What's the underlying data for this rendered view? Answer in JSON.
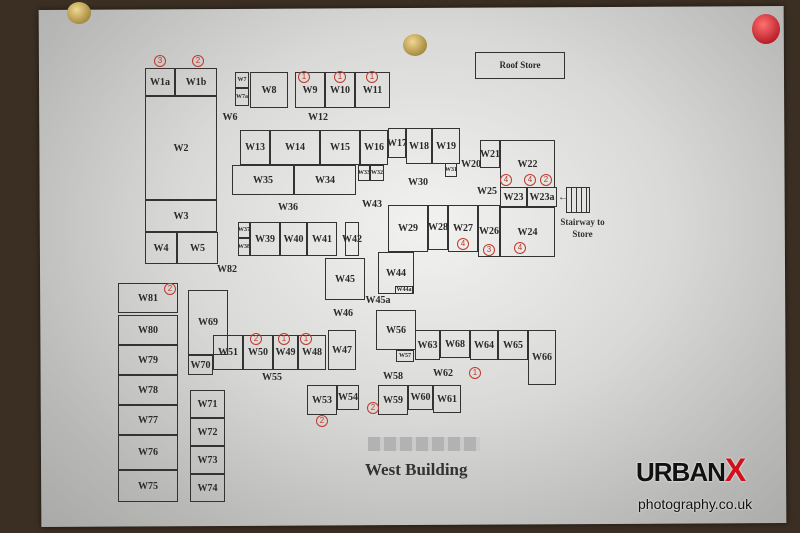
{
  "plan": {
    "title": "West Building",
    "roof_store": "Roof Store",
    "stairway_label": "Stairway to Store",
    "rooms": [
      "W1a",
      "W1b",
      "W2",
      "W3",
      "W4",
      "W5",
      "W7",
      "W7a",
      "W8",
      "W9",
      "W10",
      "W11",
      "W13",
      "W14",
      "W15",
      "W16",
      "W17",
      "W18",
      "W19",
      "W21",
      "W22",
      "W31",
      "W33",
      "W32",
      "W35",
      "W34",
      "W29",
      "W28",
      "W27",
      "W26",
      "W23",
      "W23a",
      "W24",
      "W37",
      "W38",
      "W39",
      "W40",
      "W41",
      "W42",
      "W44",
      "W44a",
      "W45",
      "W81",
      "W80",
      "W79",
      "W78",
      "W77",
      "W76",
      "W75",
      "W69",
      "W70",
      "W71",
      "W72",
      "W73",
      "W74",
      "W51",
      "W50",
      "W49",
      "W48",
      "W47",
      "W53",
      "W54",
      "W56",
      "W57",
      "W59",
      "W60",
      "W61",
      "W63",
      "W68",
      "W64",
      "W65",
      "W66"
    ],
    "corridors": [
      "W6",
      "W12",
      "W20",
      "W30",
      "W36",
      "W43",
      "W25",
      "W45a",
      "W82",
      "W46",
      "W55",
      "W58",
      "W62"
    ],
    "handwritten_marks": [
      "3",
      "2",
      "1",
      "1",
      "1",
      "4",
      "3",
      "4",
      "4",
      "4",
      "2",
      "2",
      "1",
      "2",
      "2",
      "1",
      "1",
      "2"
    ]
  },
  "watermark": {
    "brand": "URBANX",
    "site": "photography.co.uk"
  },
  "colors": {
    "ink": "#333333",
    "marker": "#c0392b",
    "logo_red": "#d0101a"
  }
}
